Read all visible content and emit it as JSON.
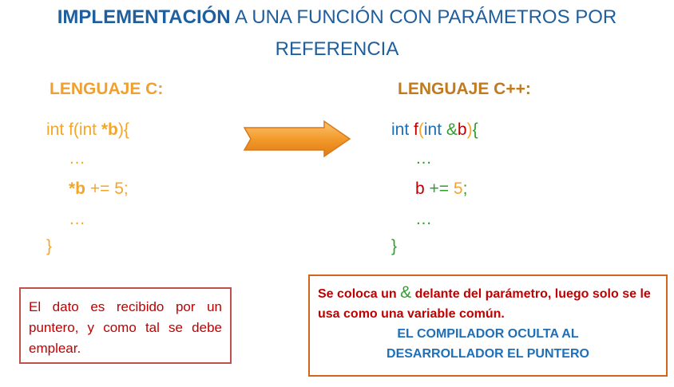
{
  "title": {
    "bold": "IMPLEMENTACIÓN",
    "rest_line1": " A UNA FUNCIÓN CON PARÁMETROS POR",
    "line2": "REFERENCIA"
  },
  "left": {
    "header": "LENGUAJE C:",
    "line1_a": "int f(int ",
    "line1_b": "*b",
    "line1_c": "){",
    "dots1": "…",
    "line3_a": "*b",
    "line3_b": " += 5;",
    "dots2": "…",
    "close": "}"
  },
  "right": {
    "header": "LENGUAJE C++:",
    "t_int": "int ",
    "t_f": "f",
    "t_paren": "(",
    "t_int2": "int ",
    "t_amp": "&",
    "t_b": "b",
    "t_close": ")",
    "t_brace": "{",
    "dots1": "…",
    "l3_b": "b ",
    "l3_op": "+=",
    "l3_sp": " ",
    "l3_5": "5",
    "l3_semi": ";",
    "dots2": "…",
    "close": "}"
  },
  "note_left": "El dato es recibido por un puntero, y como tal se debe emplear.",
  "note_right": {
    "part1": "Se coloca un ",
    "amp": "&",
    "part2": " delante del parámetro, luego solo se le usa como una variable común.",
    "line3": "EL COMPILADOR OCULTA AL",
    "line4": "DESARROLLADOR EL PUNTERO"
  },
  "colors": {
    "orange": "#f4a62a",
    "blue": "#1f6fb8",
    "red": "#c00000",
    "green": "#2e9e2e",
    "header_c": "#f0a030",
    "header_cpp": "#c07a20"
  }
}
